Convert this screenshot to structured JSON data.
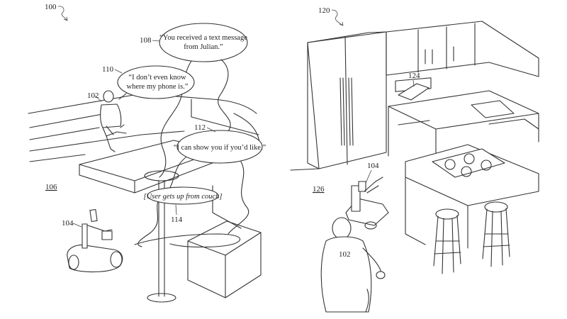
{
  "figure_refs": {
    "fig_left": "100",
    "fig_right": "120",
    "robot_left": "104",
    "robot_right": "104",
    "user_left": "102",
    "user_right": "102",
    "scene_left": "106",
    "scene_right": "126",
    "bubble_user": "110",
    "bubble_notification": "108",
    "bubble_robot": "112",
    "annotation_ref": "114",
    "tablet": "124"
  },
  "bubbles": {
    "notification": {
      "line1": "“You received a text message",
      "line2": "from Julian.”"
    },
    "user": {
      "line1": "“I don’t even know",
      "line2": "where my phone is.”"
    },
    "robot": {
      "line1": "“I can show you if you’d like.”"
    },
    "annotation": "[User gets up from couch]"
  }
}
